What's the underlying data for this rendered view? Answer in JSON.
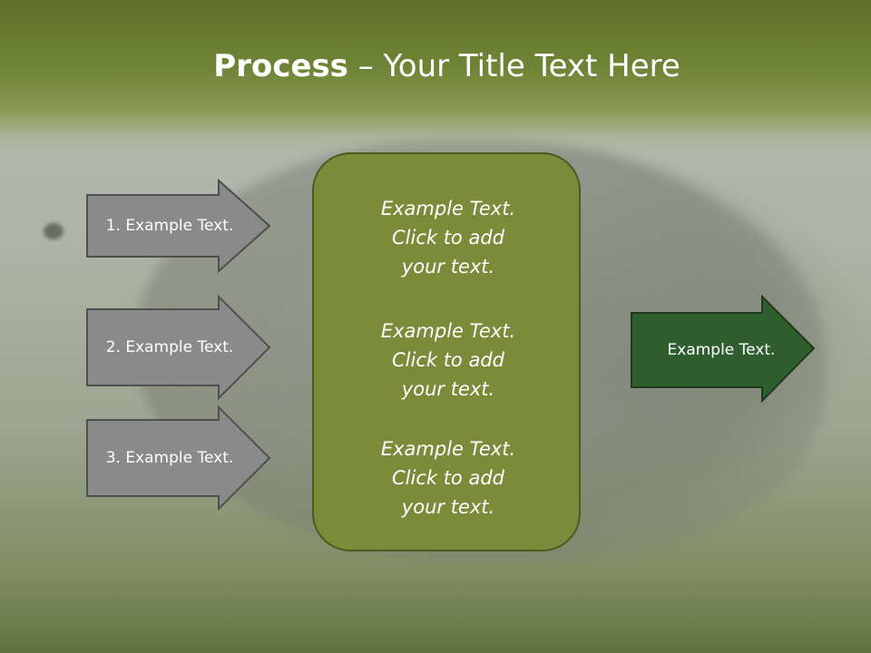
{
  "slide": {
    "title_bold": "Process",
    "title_rest": " – Your Title Text Here"
  },
  "left_arrows": [
    {
      "label": "1. Example Text."
    },
    {
      "label": "2. Example Text."
    },
    {
      "label": "3. Example Text."
    }
  ],
  "center_box": {
    "blocks": [
      {
        "line1": "Example Text.",
        "line2": "Click  to add",
        "line3": "your text."
      },
      {
        "line1": "Example Text.",
        "line2": "Click  to add",
        "line3": "your text."
      },
      {
        "line1": "Example Text.",
        "line2": "Click  to add",
        "line3": "your text."
      }
    ]
  },
  "right_arrow": {
    "label": "Example Text."
  },
  "colors": {
    "header": "#6f8536",
    "left_arrow_fill": "#8c8c8c",
    "center_box_fill": "#7c8b3a",
    "right_arrow_fill": "#2e5e2e"
  }
}
